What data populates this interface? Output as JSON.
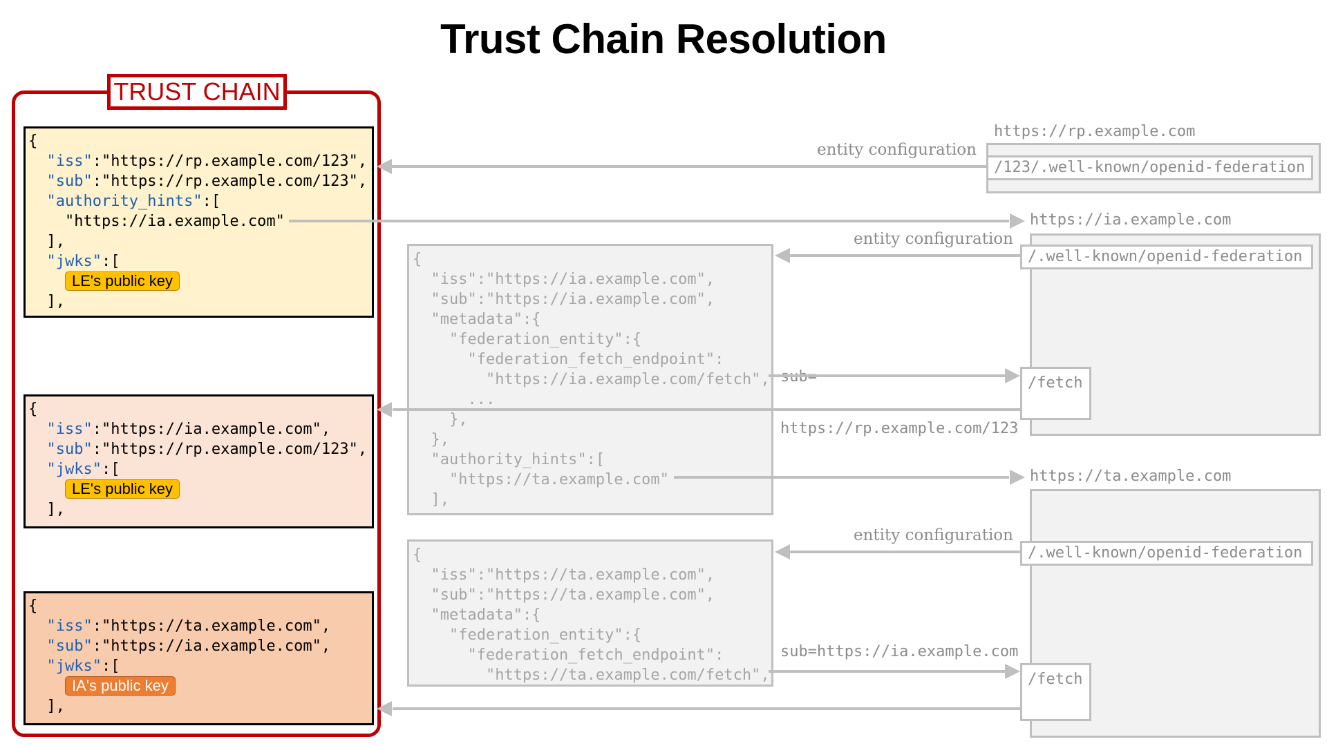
{
  "title": "Trust Chain Resolution",
  "trust_chain": {
    "label": "TRUST CHAIN",
    "statements": [
      {
        "iss_key": "\"iss\"",
        "iss_value": ":\"https://rp.example.com/123\",",
        "sub_key": "\"sub\"",
        "sub_value": ":\"https://rp.example.com/123\",",
        "authority_hints_key": "\"authority_hints\"",
        "authority_hint": "\"https://ia.example.com\"",
        "jwks_key": "\"jwks\"",
        "key_badge": "LE's public key"
      },
      {
        "iss_key": "\"iss\"",
        "iss_value": ":\"https://ia.example.com\",",
        "sub_key": "\"sub\"",
        "sub_value": ":\"https://rp.example.com/123\",",
        "jwks_key": "\"jwks\"",
        "key_badge": "LE's public key"
      },
      {
        "iss_key": "\"iss\"",
        "iss_value": ":\"https://ta.example.com\",",
        "sub_key": "\"sub\"",
        "sub_value": ":\"https://ia.example.com\",",
        "jwks_key": "\"jwks\"",
        "key_badge": "IA's public key"
      }
    ]
  },
  "fetched_configs": {
    "ia": {
      "lines": [
        "{",
        "  \"iss\":\"https://ia.example.com\",",
        "  \"sub\":\"https://ia.example.com\",",
        "  \"metadata\":{",
        "    \"federation_entity\":{",
        "      \"federation_fetch_endpoint\":",
        "        \"https://ia.example.com/fetch\",",
        "      ...",
        "    },",
        "  },",
        "  \"authority_hints\":[",
        "    \"https://ta.example.com\"",
        "  ],"
      ]
    },
    "ta": {
      "lines": [
        "{",
        "  \"iss\":\"https://ta.example.com\",",
        "  \"sub\":\"https://ta.example.com\",",
        "  \"metadata\":{",
        "    \"federation_entity\":{",
        "      \"federation_fetch_endpoint\":",
        "        \"https://ta.example.com/fetch\","
      ]
    }
  },
  "servers": {
    "rp": {
      "host": "https://rp.example.com",
      "config_path": "/123/.well-known/openid-federation"
    },
    "ia": {
      "host": "https://ia.example.com",
      "config_path": "/.well-known/openid-federation",
      "fetch_path": "/fetch"
    },
    "ta": {
      "host": "https://ta.example.com",
      "config_path": "/.well-known/openid-federation",
      "fetch_path": "/fetch"
    }
  },
  "labels": {
    "entity_configuration": "entity configuration",
    "fetch_query_ia_line1": "sub=",
    "fetch_query_ia_line2": "https://rp.example.com/123",
    "fetch_query_ta": "sub=https://ia.example.com"
  },
  "colors": {
    "chain_border": "#c00000",
    "stmt_rp_bg": "#fff2cc",
    "stmt_ia_bg": "#fbe4d6",
    "stmt_ta_bg": "#f8cbad",
    "json_key": "#1f5fb0",
    "badge_le": "#ffc000",
    "badge_ia": "#ed7d31",
    "grey_box": "#f2f2f2",
    "grey_line": "#bfbfbf"
  }
}
